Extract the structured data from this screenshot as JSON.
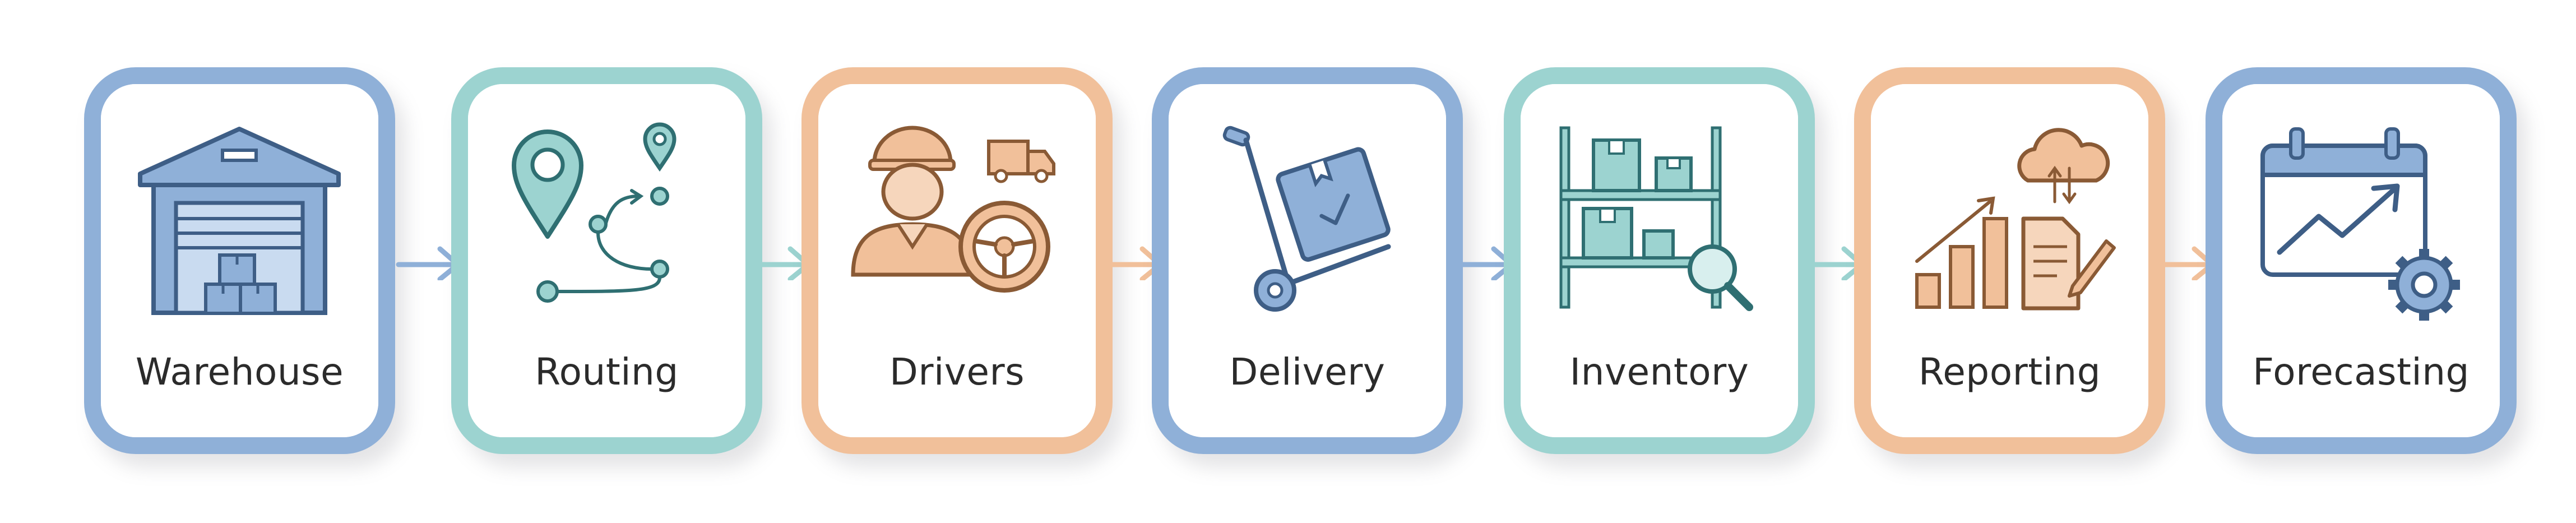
{
  "steps": [
    {
      "label": "Warehouse",
      "icon": "warehouse-icon",
      "accent": "#8FB0D8"
    },
    {
      "label": "Routing",
      "icon": "route-pin-icon",
      "accent": "#9CD3D0"
    },
    {
      "label": "Drivers",
      "icon": "driver-icon",
      "accent": "#F1C09A"
    },
    {
      "label": "Delivery",
      "icon": "hand-truck-icon",
      "accent": "#8FB0D8"
    },
    {
      "label": "Inventory",
      "icon": "inventory-shelf-icon",
      "accent": "#9CD3D0"
    },
    {
      "label": "Reporting",
      "icon": "report-chart-icon",
      "accent": "#F1C09A"
    },
    {
      "label": "Forecasting",
      "icon": "forecast-calendar-icon",
      "accent": "#8FB0D8"
    }
  ],
  "colors": {
    "blue": "#8FB0D8",
    "teal": "#9CD3D0",
    "orange": "#F1C09A",
    "icon_stroke": "#3E5E86"
  }
}
